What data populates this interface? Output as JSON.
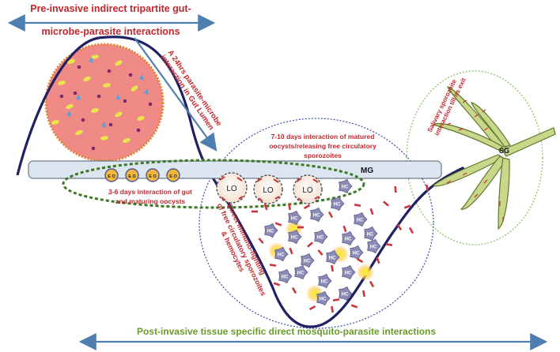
{
  "top_title_line1": "Pre-invasive indirect  tripartite gut-",
  "top_title_line2": "microbe-parasite interactions",
  "diag_label_line1": "A 24hrs parasite-microbe",
  "diag_label_line2": "interaction in Gut Lumen",
  "seven_ten_line1": "7-10 days interaction of  matured",
  "seven_ten_line2": "oocysts/releasing free circulatory",
  "seven_ten_line3": "sporozoites",
  "mg_label": "MG",
  "three_six_line1": "3-6 days interaction of gut",
  "three_six_line2": "and maturing  oocysts",
  "immuno_line1": "Direct immuno-fighting",
  "immuno_line2": "of free circulatory sporozoites",
  "immuno_line3": "& hemocytes",
  "salivary_line1": "Salivary sporozoite",
  "salivary_line2": "interaction till its exit",
  "sg_label": "SG",
  "lo_label": "LO",
  "hc_label": "HC",
  "oocyst_letters": "E O",
  "bottom_title": "Post-invasive tissue specific direct  mosquito-parasite interactions",
  "colors": {
    "title_red": "#c0282d",
    "title_green": "#6a9a2a",
    "arrow_blue": "#4f7fb0",
    "gut_line": "#2a2a6a",
    "gut_lumen_fill": "#f08a86",
    "midgut_bar": "#dde6f0",
    "oocyst_fill": "#f3b73a",
    "hemocyte": "#8b8bb8",
    "sporozoite": "#c9373c",
    "salivary_fill": "#c8d78a"
  }
}
